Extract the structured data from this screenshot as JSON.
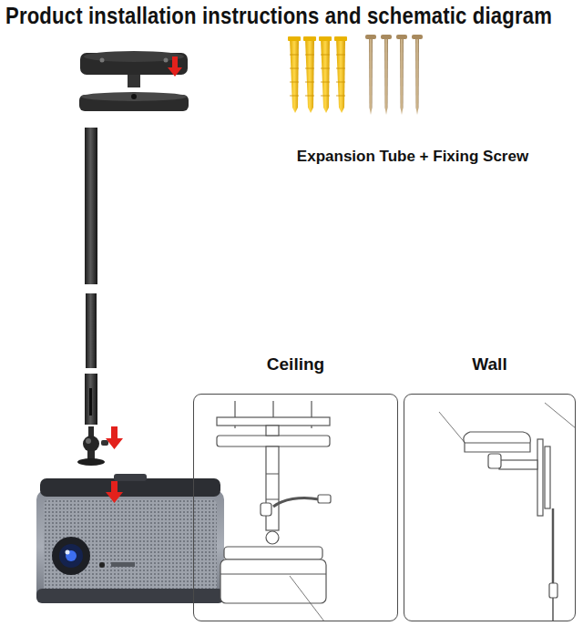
{
  "diagram": {
    "title": "Product installation instructions and schematic diagram",
    "nodes": [
      {
        "text": [
          "Ceiling"
        ]
      },
      {
        "text": [
          "Wall"
        ]
      }
    ],
    "labels": [
      "Expansion Tube + Fixing Screw"
    ]
  }
}
